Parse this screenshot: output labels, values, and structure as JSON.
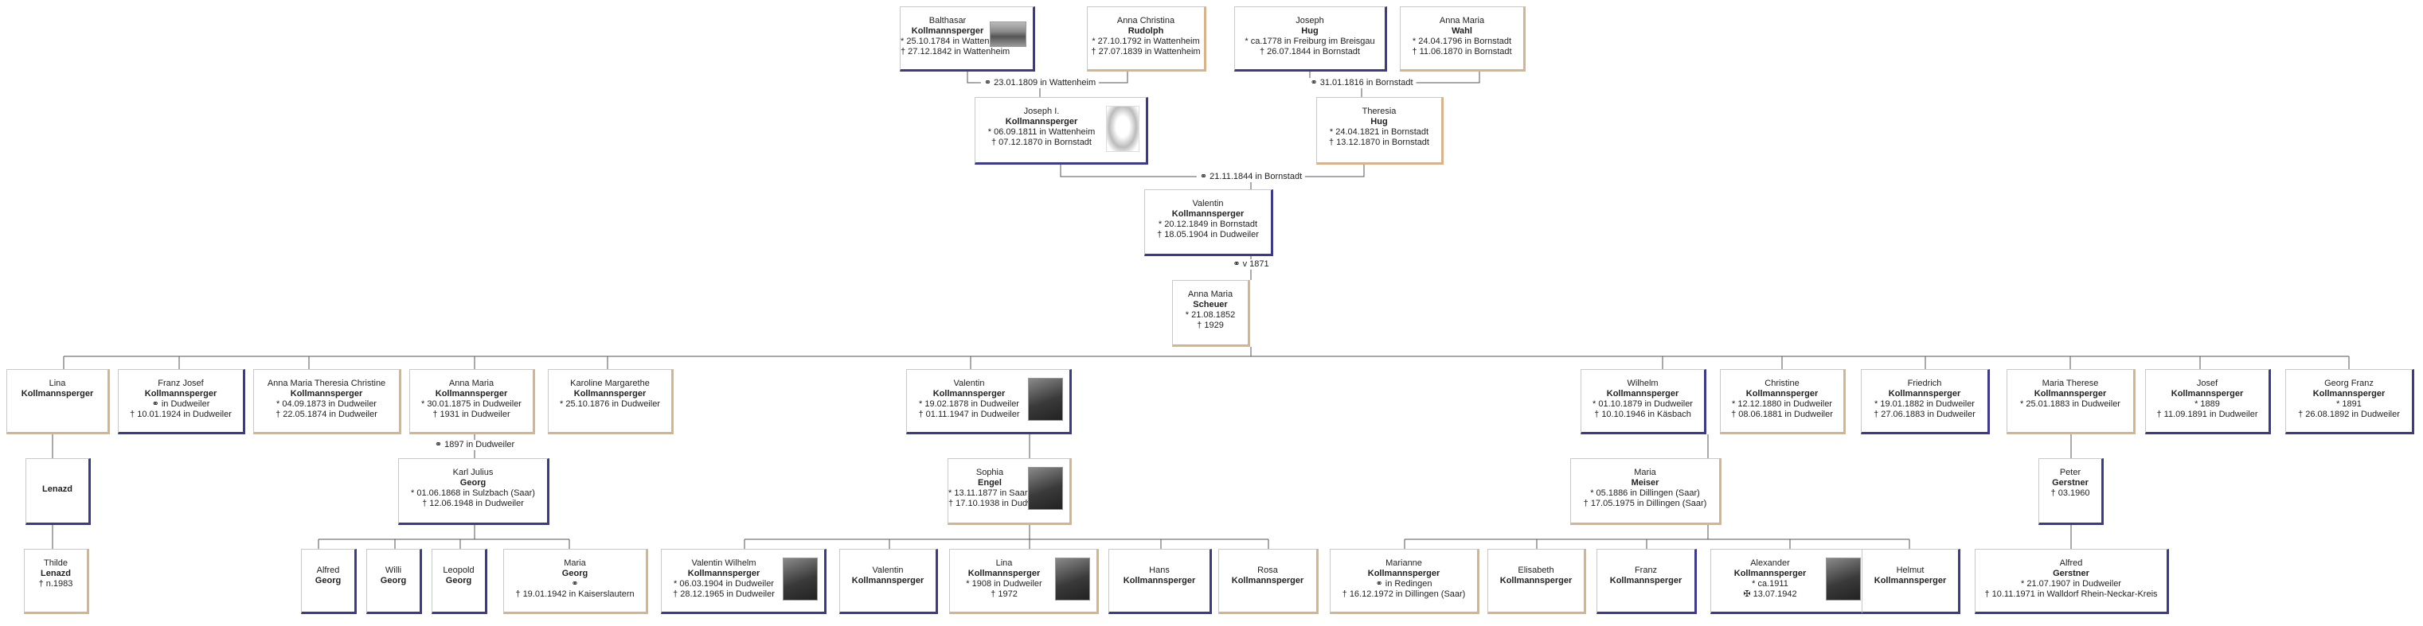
{
  "marriages": {
    "m1": "⚭ 23.01.1809 in Wattenheim",
    "m2": "⚭ 31.01.1816 in Bornstadt",
    "m3": "⚭ 21.11.1844 in Bornstadt",
    "m4": "⚭ v 1871",
    "m5": "⚭ 1897 in Dudweiler"
  },
  "people": {
    "balthasar": {
      "first": "Balthasar",
      "last": "Kollmannsperger",
      "lines": [
        "* 25.10.1784 in Wattenheim",
        "† 27.12.1842 in Wattenheim"
      ]
    },
    "anna_christina": {
      "first": "Anna Christina",
      "last": "Rudolph",
      "lines": [
        "* 27.10.1792 in Wattenheim",
        "† 27.07.1839 in Wattenheim"
      ]
    },
    "joseph_hug": {
      "first": "Joseph",
      "last": "Hug",
      "lines": [
        "* ca.1778 in Freiburg im Breisgau",
        "† 26.07.1844 in Bornstadt"
      ]
    },
    "anna_maria_wahl": {
      "first": "Anna Maria",
      "last": "Wahl",
      "lines": [
        "* 24.04.1796 in Bornstadt",
        "† 11.06.1870 in Bornstadt"
      ]
    },
    "joseph_i": {
      "first": "Joseph I.",
      "last": "Kollmannsperger",
      "lines": [
        "* 06.09.1811 in Wattenheim",
        "† 07.12.1870 in Bornstadt"
      ]
    },
    "theresia": {
      "first": "Theresia",
      "last": "Hug",
      "lines": [
        "* 24.04.1821 in Bornstadt",
        "† 13.12.1870 in Bornstadt"
      ]
    },
    "valentin_sr": {
      "first": "Valentin",
      "last": "Kollmannsperger",
      "lines": [
        "* 20.12.1849 in Bornstadt",
        "† 18.05.1904 in Dudweiler"
      ]
    },
    "anna_maria_scheuer": {
      "first": "Anna Maria",
      "last": "Scheuer",
      "lines": [
        "* 21.08.1852",
        "† 1929"
      ]
    },
    "lina1": {
      "first": "Lina",
      "last": "Kollmannsperger",
      "lines": []
    },
    "franz_josef": {
      "first": "Franz Josef",
      "last": "Kollmannsperger",
      "lines": [
        "⚭ in Dudweiler",
        "† 10.01.1924 in Dudweiler"
      ]
    },
    "amtc": {
      "first": "Anna Maria Theresia Christine",
      "last": "Kollmannsperger",
      "lines": [
        "* 04.09.1873 in Dudweiler",
        "† 22.05.1874 in Dudweiler"
      ]
    },
    "anna_maria_k": {
      "first": "Anna Maria",
      "last": "Kollmannsperger",
      "lines": [
        "* 30.01.1875 in Dudweiler",
        "† 1931 in Dudweiler"
      ]
    },
    "karoline": {
      "first": "Karoline Margarethe",
      "last": "Kollmannsperger",
      "lines": [
        "* 25.10.1876 in Dudweiler"
      ]
    },
    "valentin_jr": {
      "first": "Valentin",
      "last": "Kollmannsperger",
      "lines": [
        "* 19.02.1878 in Dudweiler",
        "† 01.11.1947 in Dudweiler"
      ]
    },
    "wilhelm": {
      "first": "Wilhelm",
      "last": "Kollmannsperger",
      "lines": [
        "* 01.10.1879 in Dudweiler",
        "† 10.10.1946 in Käsbach"
      ]
    },
    "christine": {
      "first": "Christine",
      "last": "Kollmannsperger",
      "lines": [
        "* 12.12.1880 in Dudweiler",
        "† 08.06.1881 in Dudweiler"
      ]
    },
    "friedrich": {
      "first": "Friedrich",
      "last": "Kollmannsperger",
      "lines": [
        "* 19.01.1882 in Dudweiler",
        "† 27.06.1883 in Dudweiler"
      ]
    },
    "maria_therese": {
      "first": "Maria Therese",
      "last": "Kollmannsperger",
      "lines": [
        "* 25.01.1883 in Dudweiler"
      ]
    },
    "josef": {
      "first": "Josef",
      "last": "Kollmannsperger",
      "lines": [
        "* 1889",
        "† 11.09.1891 in Dudweiler"
      ]
    },
    "georg_franz": {
      "first": "Georg Franz",
      "last": "Kollmannsperger",
      "lines": [
        "* 1891",
        "† 26.08.1892 in Dudweiler"
      ]
    },
    "lenazd": {
      "first": "",
      "last": "Lenazd",
      "lines": []
    },
    "karl_julius": {
      "first": "Karl Julius",
      "last": "Georg",
      "lines": [
        "* 01.06.1868 in Sulzbach (Saar)",
        "† 12.06.1948 in Dudweiler"
      ]
    },
    "sophia": {
      "first": "Sophia",
      "last": "Engel",
      "lines": [
        "* 13.11.1877 in Saarlouis",
        "† 17.10.1938 in Dudweiler"
      ]
    },
    "maria_meiser": {
      "first": "Maria",
      "last": "Meiser",
      "lines": [
        "* 05.1886 in Dillingen (Saar)",
        "† 17.05.1975 in Dillingen (Saar)"
      ]
    },
    "peter": {
      "first": "Peter",
      "last": "Gerstner",
      "lines": [
        "† 03.1960"
      ]
    },
    "thilde": {
      "first": "Thilde",
      "last": "Lenazd",
      "lines": [
        "† n.1983"
      ]
    },
    "alfred_g": {
      "first": "Alfred",
      "last": "Georg",
      "lines": []
    },
    "willi": {
      "first": "Willi",
      "last": "Georg",
      "lines": []
    },
    "leopold": {
      "first": "Leopold",
      "last": "Georg",
      "lines": []
    },
    "maria_georg": {
      "first": "Maria",
      "last": "Georg",
      "lines": [
        "⚭",
        "† 19.01.1942 in Kaiserslautern"
      ]
    },
    "valentin_wilhelm": {
      "first": "Valentin Wilhelm",
      "last": "Kollmannsperger",
      "lines": [
        "* 06.03.1904 in Dudweiler",
        "† 28.12.1965 in Dudweiler"
      ]
    },
    "valentin3": {
      "first": "Valentin",
      "last": "Kollmannsperger",
      "lines": []
    },
    "lina2": {
      "first": "Lina",
      "last": "Kollmannsperger",
      "lines": [
        "* 1908 in Dudweiler",
        "† 1972"
      ]
    },
    "hans": {
      "first": "Hans",
      "last": "Kollmannsperger",
      "lines": []
    },
    "rosa": {
      "first": "Rosa",
      "last": "Kollmannsperger",
      "lines": []
    },
    "marianne": {
      "first": "Marianne",
      "last": "Kollmannsperger",
      "lines": [
        "⚭ in Redingen",
        "† 16.12.1972 in Dillingen (Saar)"
      ]
    },
    "elisabeth": {
      "first": "Elisabeth",
      "last": "Kollmannsperger",
      "lines": []
    },
    "franz": {
      "first": "Franz",
      "last": "Kollmannsperger",
      "lines": []
    },
    "alexander": {
      "first": "Alexander",
      "last": "Kollmannsperger",
      "lines": [
        "* ca.1911",
        "✠ 13.07.1942"
      ]
    },
    "helmut": {
      "first": "Helmut",
      "last": "Kollmannsperger",
      "lines": []
    },
    "alfred_gerstner": {
      "first": "Alfred",
      "last": "Gerstner",
      "lines": [
        "* 21.07.1907 in Dudweiler",
        "† 10.11.1971 in Walldorf Rhein-Neckar-Kreis"
      ]
    }
  }
}
